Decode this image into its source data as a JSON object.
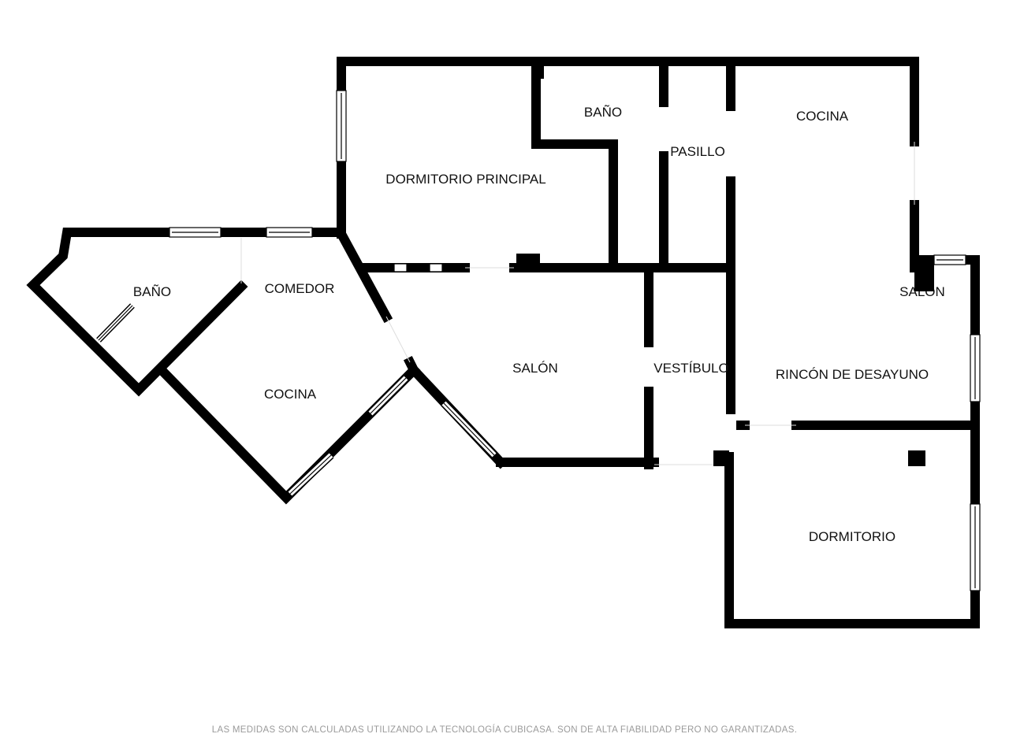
{
  "rooms": {
    "dormitorio_principal": "DORMITORIO PRINCIPAL",
    "bano_top": "BAÑO",
    "pasillo": "PASILLO",
    "cocina_top": "COCINA",
    "salon_right": "SALÓN",
    "bano_left": "BAÑO",
    "comedor": "COMEDOR",
    "cocina_left": "COCINA",
    "salon": "SALÓN",
    "vestibulo": "VESTÍBULO",
    "rincon": "RINCÓN DE DESAYUNO",
    "dormitorio": "DORMITORIO"
  },
  "footer": "LAS MEDIDAS SON CALCULADAS UTILIZANDO LA TECNOLOGÍA CUBICASA. SON DE ALTA FIABILIDAD PERO NO GARANTIZADAS.",
  "colors": {
    "wall": "#000000",
    "background": "#ffffff",
    "footer_text": "#9a9a9a"
  }
}
